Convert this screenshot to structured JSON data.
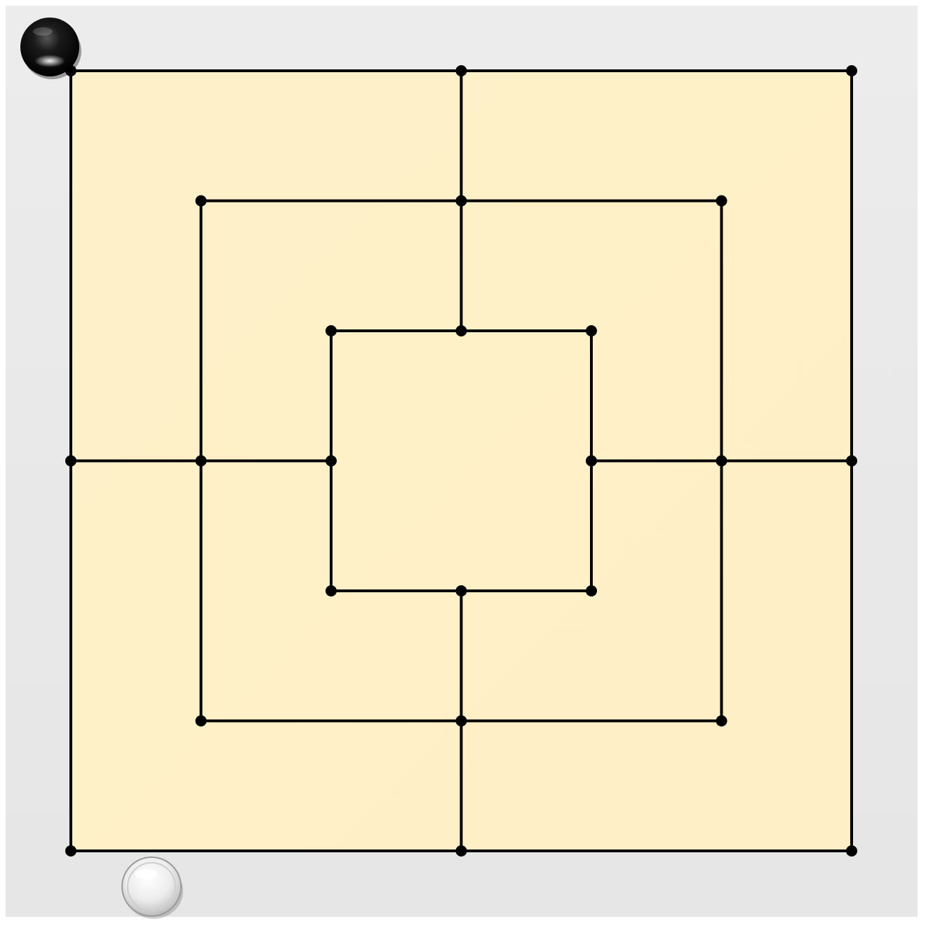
{
  "game": {
    "name": "nine-mens-morris"
  },
  "colors": {
    "panel_background": "#e8e8e8",
    "board_fill": "#fef0c8",
    "line": "#000000",
    "point": "#000000",
    "black_piece": "#0a0a0a",
    "white_piece": "#f2f2f2"
  },
  "board": {
    "rings": 3,
    "grid": 7,
    "points": [
      {
        "id": "a7",
        "col": 0,
        "row": 0
      },
      {
        "id": "d7",
        "col": 3,
        "row": 0
      },
      {
        "id": "g7",
        "col": 6,
        "row": 0
      },
      {
        "id": "b6",
        "col": 1,
        "row": 1
      },
      {
        "id": "d6",
        "col": 3,
        "row": 1
      },
      {
        "id": "f6",
        "col": 5,
        "row": 1
      },
      {
        "id": "c5",
        "col": 2,
        "row": 2
      },
      {
        "id": "d5",
        "col": 3,
        "row": 2
      },
      {
        "id": "e5",
        "col": 4,
        "row": 2
      },
      {
        "id": "a4",
        "col": 0,
        "row": 3
      },
      {
        "id": "b4",
        "col": 1,
        "row": 3
      },
      {
        "id": "c4",
        "col": 2,
        "row": 3
      },
      {
        "id": "e4",
        "col": 4,
        "row": 3
      },
      {
        "id": "f4",
        "col": 5,
        "row": 3
      },
      {
        "id": "g4",
        "col": 6,
        "row": 3
      },
      {
        "id": "c3",
        "col": 2,
        "row": 4
      },
      {
        "id": "d3",
        "col": 3,
        "row": 4
      },
      {
        "id": "e3",
        "col": 4,
        "row": 4
      },
      {
        "id": "b2",
        "col": 1,
        "row": 5
      },
      {
        "id": "d2",
        "col": 3,
        "row": 5
      },
      {
        "id": "f2",
        "col": 5,
        "row": 5
      },
      {
        "id": "a1",
        "col": 0,
        "row": 6
      },
      {
        "id": "d1",
        "col": 3,
        "row": 6
      },
      {
        "id": "g1",
        "col": 6,
        "row": 6
      }
    ]
  },
  "reserve": {
    "black": {
      "color": "black",
      "side": "top-left"
    },
    "white": {
      "color": "white",
      "side": "bottom-left"
    }
  }
}
